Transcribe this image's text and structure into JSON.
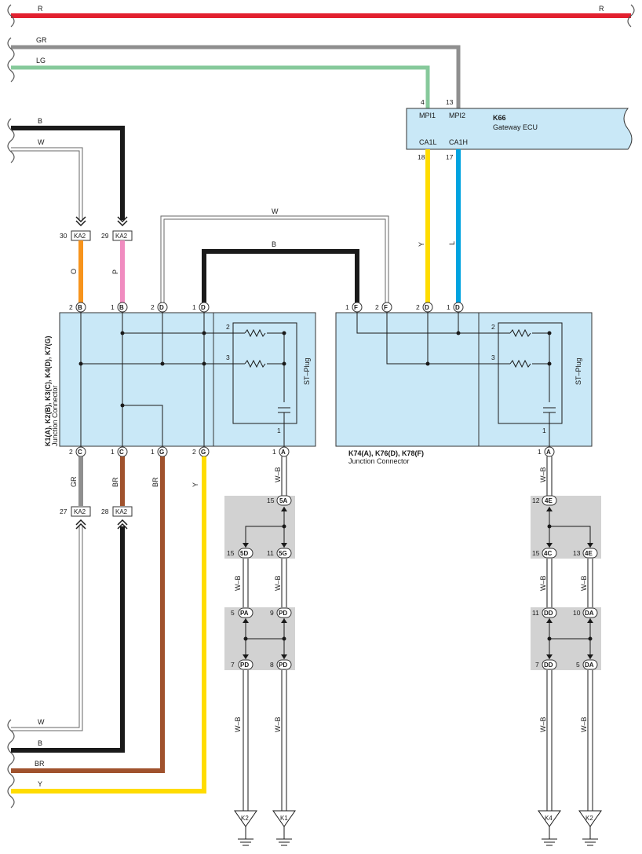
{
  "colors": {
    "R": "#e2202f",
    "GR": "#8f8f8f",
    "LG": "#86c99b",
    "B": "#1a1a1a",
    "W": "#ffffff",
    "O": "#f7941d",
    "P": "#f08cc0",
    "Y": "#ffdc00",
    "L": "#00a3e0",
    "BR": "#a0522d",
    "box": "#c9e8f7",
    "splice_bg": "#d2d2d2"
  },
  "wires": {
    "r_left": "R",
    "r_right": "R",
    "gr_top": "GR",
    "lg_top": "LG",
    "b_top": "B",
    "w_top": "W",
    "o": "O",
    "p": "P",
    "w_mid": "W",
    "b_mid": "B",
    "y_gw": "Y",
    "l_gw": "L",
    "gr_bot": "GR",
    "br_bot1": "BR",
    "br_bot2": "BR",
    "y_bot": "Y",
    "w_bottom": "W",
    "b_bottom": "B",
    "br_bottom": "BR",
    "y_bottom": "Y",
    "wb": "W–B"
  },
  "gateway": {
    "id": "K66",
    "name": "Gateway ECU",
    "pin_mpi1": "MPI1",
    "pin_mpi2": "MPI2",
    "pin_ca1l": "CA1L",
    "pin_ca1h": "CA1H",
    "num_mpi1": "4",
    "num_mpi2": "13",
    "num_ca1l": "18",
    "num_ca1h": "17"
  },
  "jc_left": {
    "title": "K1(A), K2(B), K3(C), K4(D), K7(G)",
    "subtitle": "Junction Connector",
    "stplug": "ST–Plug",
    "kA2": "KA2",
    "num_30": "30",
    "num_29": "29",
    "num_27": "27",
    "num_28": "28",
    "top_pins": [
      {
        "num": "2",
        "letter": "B"
      },
      {
        "num": "1",
        "letter": "B"
      },
      {
        "num": "2",
        "letter": "D"
      },
      {
        "num": "1",
        "letter": "D"
      }
    ],
    "bottom_pins": [
      {
        "num": "2",
        "letter": "C"
      },
      {
        "num": "1",
        "letter": "C"
      },
      {
        "num": "1",
        "letter": "G"
      },
      {
        "num": "2",
        "letter": "G"
      },
      {
        "num": "1",
        "letter": "A"
      }
    ],
    "res_2": "2",
    "res_3": "3",
    "cap_1": "1"
  },
  "jc_right": {
    "title": "K74(A), K76(D), K78(F)",
    "subtitle": "Junction Connector",
    "stplug": "ST–Plug",
    "top_pins": [
      {
        "num": "1",
        "letter": "F"
      },
      {
        "num": "2",
        "letter": "F"
      },
      {
        "num": "2",
        "letter": "D"
      },
      {
        "num": "1",
        "letter": "D"
      }
    ],
    "bottom_pins": [
      {
        "num": "1",
        "letter": "A"
      }
    ],
    "res_2": "2",
    "res_3": "3",
    "cap_1": "1"
  },
  "splices": {
    "s1_top": {
      "num": "15",
      "code": "5A"
    },
    "s1_bl": {
      "num": "15",
      "code": "5D"
    },
    "s1_br": {
      "num": "11",
      "code": "5G"
    },
    "s2_tl": {
      "num": "5",
      "code": "PA"
    },
    "s2_tr": {
      "num": "9",
      "code": "PD"
    },
    "s2_bl": {
      "num": "7",
      "code": "PD"
    },
    "s2_br": {
      "num": "8",
      "code": "PD"
    },
    "s3_top": {
      "num": "12",
      "code": "4E"
    },
    "s3_bl": {
      "num": "15",
      "code": "4C"
    },
    "s3_br": {
      "num": "13",
      "code": "4E"
    },
    "s4_tl": {
      "num": "11",
      "code": "DD"
    },
    "s4_tr": {
      "num": "10",
      "code": "DA"
    },
    "s4_bl": {
      "num": "7",
      "code": "DD"
    },
    "s4_br": {
      "num": "5",
      "code": "DA"
    }
  },
  "grounds": [
    "K2",
    "K1",
    "K4",
    "K2"
  ]
}
